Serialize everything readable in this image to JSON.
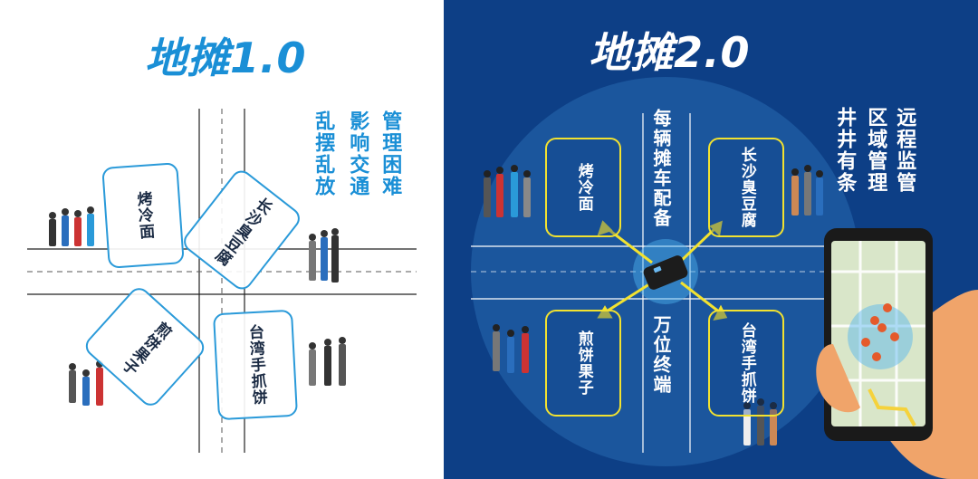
{
  "left": {
    "title": "地摊1.0",
    "slogans": [
      "管理困难",
      "影响交通",
      "乱摆乱放"
    ],
    "stalls": [
      "烤冷面",
      "长沙臭豆腐",
      "煎饼果子",
      "台湾手抓饼"
    ]
  },
  "right": {
    "title": "地摊2.0",
    "slogans": [
      "远程监管",
      "区域管理",
      "井井有条"
    ],
    "center_top": "每辆摊车配备",
    "center_bottom": "万位终端",
    "stalls": [
      "烤冷面",
      "长沙臭豆腐",
      "煎饼果子",
      "台湾手抓饼"
    ]
  },
  "colors": {
    "left_accent": "#1a8fd6",
    "right_bg": "#0d3f86",
    "stall_border_right": "#f2e230"
  }
}
